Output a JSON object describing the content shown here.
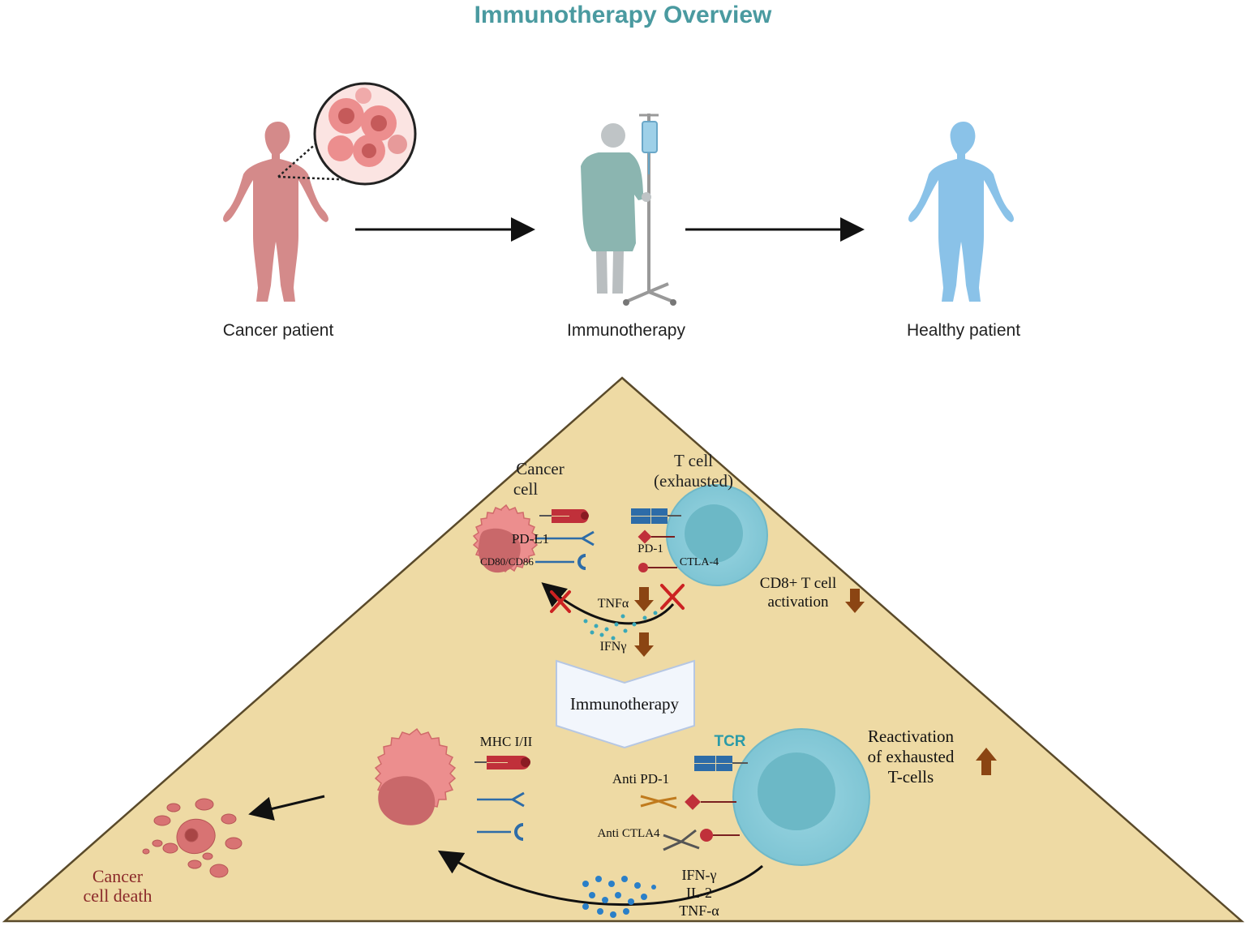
{
  "title": "Immunotherapy Overview",
  "stages": [
    {
      "label": "Cancer patient"
    },
    {
      "label": "Immunotherapy"
    },
    {
      "label": "Healthy patient"
    }
  ],
  "before": {
    "cancer_cell_line1": "Cancer",
    "cancer_cell_line2": "cell",
    "tcell_line1": "T cell",
    "tcell_line2": "(exhausted)",
    "pdl1": "PD-L1",
    "cd80": "CD80/CD86",
    "pd1": "PD-1",
    "ctla4": "CTLA-4",
    "tnfa": "TNFα",
    "ifng": "IFNγ",
    "cd8_line1": "CD8+ T cell",
    "cd8_line2": "activation"
  },
  "transition_label": "Immunotherapy",
  "after": {
    "mhc": "MHC I/II",
    "tcr": "TCR",
    "anti_pd1": "Anti PD-1",
    "anti_ctla4": "Anti CTLA4",
    "react_line1": "Reactivation",
    "react_line2": "of exhausted",
    "react_line3": "T-cells",
    "cyto1": "IFN-γ",
    "cyto2": "IL-2",
    "cyto3": "TNF-α",
    "death_line1": "Cancer",
    "death_line2": "cell death"
  },
  "colors": {
    "title": "#4a9aa0",
    "triangle": "#eedaa4",
    "cancer_cell": "#ec8e8e",
    "tcell": "#8ccfdc",
    "sick_patient": "#d48a8a",
    "healthy_patient": "#8ac2e8",
    "gown": "#8bb5b0",
    "receptor_blue": "#2d6ca8",
    "receptor_red": "#c0303a",
    "down_arrow": "#8b4513",
    "cross": "#cc2222"
  }
}
